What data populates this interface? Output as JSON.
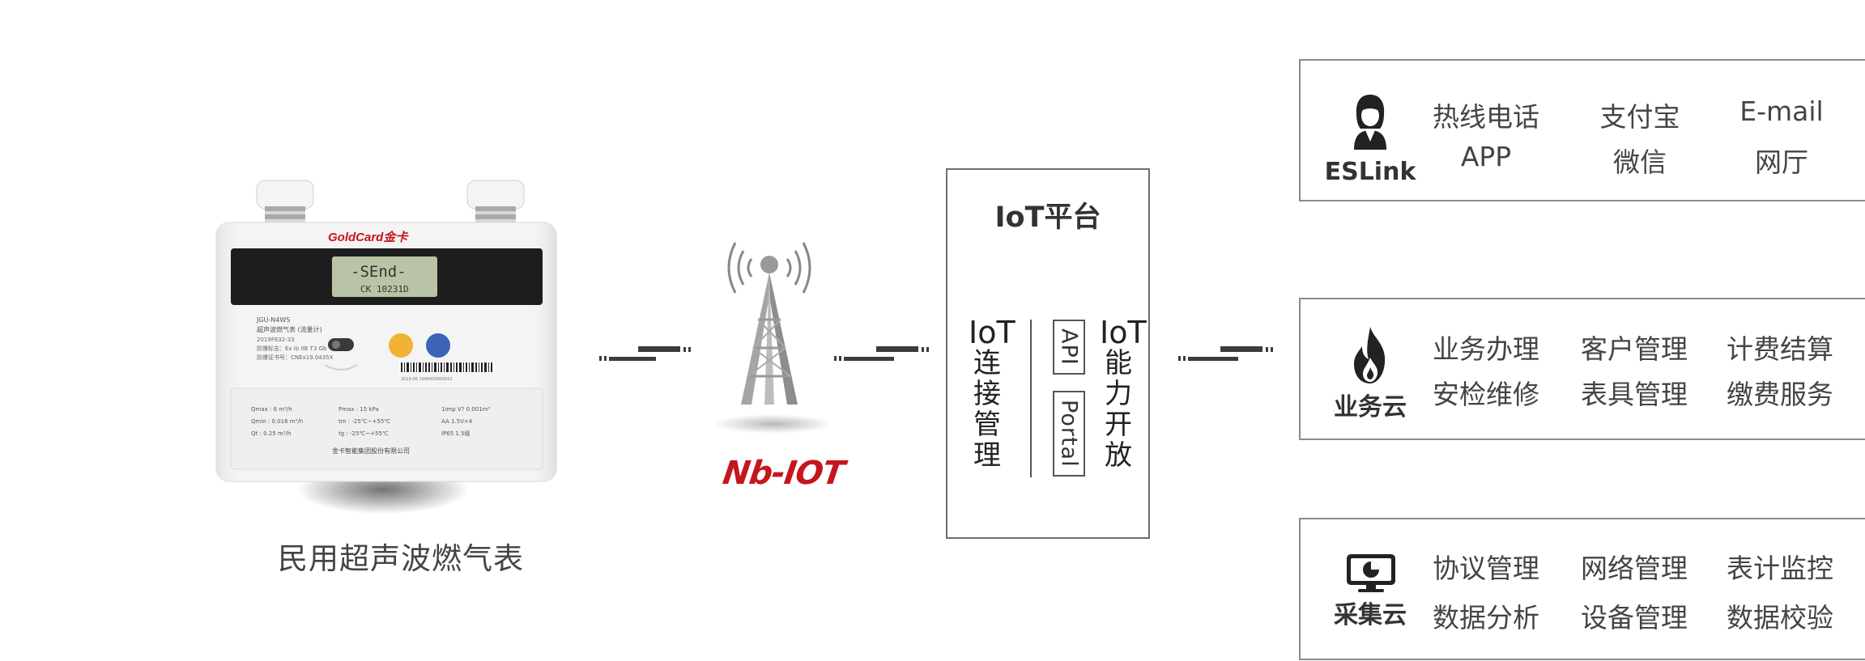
{
  "meter": {
    "brand": "GoldCard金卡",
    "display_main": "-SEnd-",
    "display_sub": "CK 10231D",
    "model": "JGU-N4WS",
    "name": "超声波燃气表 (流量计)",
    "certificate": "2019F632-33",
    "explosion": "防爆标志：Ex ib IIB T3 Gb",
    "ex_cert": "防爆证书号：CNEx19.0435X",
    "specs_left": [
      "Qmax : 6 m³/h",
      "Qmin : 0.016 m³/h",
      "Qt : 0.25 m³/h"
    ],
    "specs_mid": [
      "Pmax : 15 kPa",
      "tm : -25℃~+55℃",
      "tg : -25℃~+55℃"
    ],
    "specs_right": [
      "1imp  V? 0.001m³",
      "AA 1.5V×4",
      "IP65 1.5级"
    ],
    "barcode_text": "2019-06 1906900000001",
    "company": "金卡智能集团股份有限公司",
    "caption": "民用超声波燃气表"
  },
  "tower": {
    "label": "Nb-IOT"
  },
  "iot": {
    "title": "IoT平台",
    "left_col": {
      "latin": "IoT",
      "chars": [
        "连",
        "接",
        "管",
        "理"
      ]
    },
    "right_col": {
      "latin": "IoT",
      "chars": [
        "能",
        "力",
        "开",
        "放"
      ]
    },
    "badges": [
      "API",
      "Portal"
    ]
  },
  "panels": [
    {
      "label": "ESLink",
      "icon": "customer-service-icon",
      "rows": [
        [
          "热线电话",
          "支付宝",
          "E-mail"
        ],
        [
          "APP",
          "微信",
          "网厅"
        ]
      ]
    },
    {
      "label": "业务云",
      "icon": "flame-icon",
      "rows": [
        [
          "业务办理",
          "客户管理",
          "计费结算"
        ],
        [
          "安检维修",
          "表具管理",
          "缴费服务"
        ]
      ]
    },
    {
      "label": "采集云",
      "icon": "monitor-chart-icon",
      "rows": [
        [
          "协议管理",
          "网络管理",
          "表计监控"
        ],
        [
          "数据分析",
          "设备管理",
          "数据校验"
        ]
      ]
    }
  ],
  "colors": {
    "brand_red": "#c4161c",
    "knob_yellow": "#f2b233",
    "knob_blue": "#3b64b5",
    "lcd": "#b9c3a6"
  }
}
